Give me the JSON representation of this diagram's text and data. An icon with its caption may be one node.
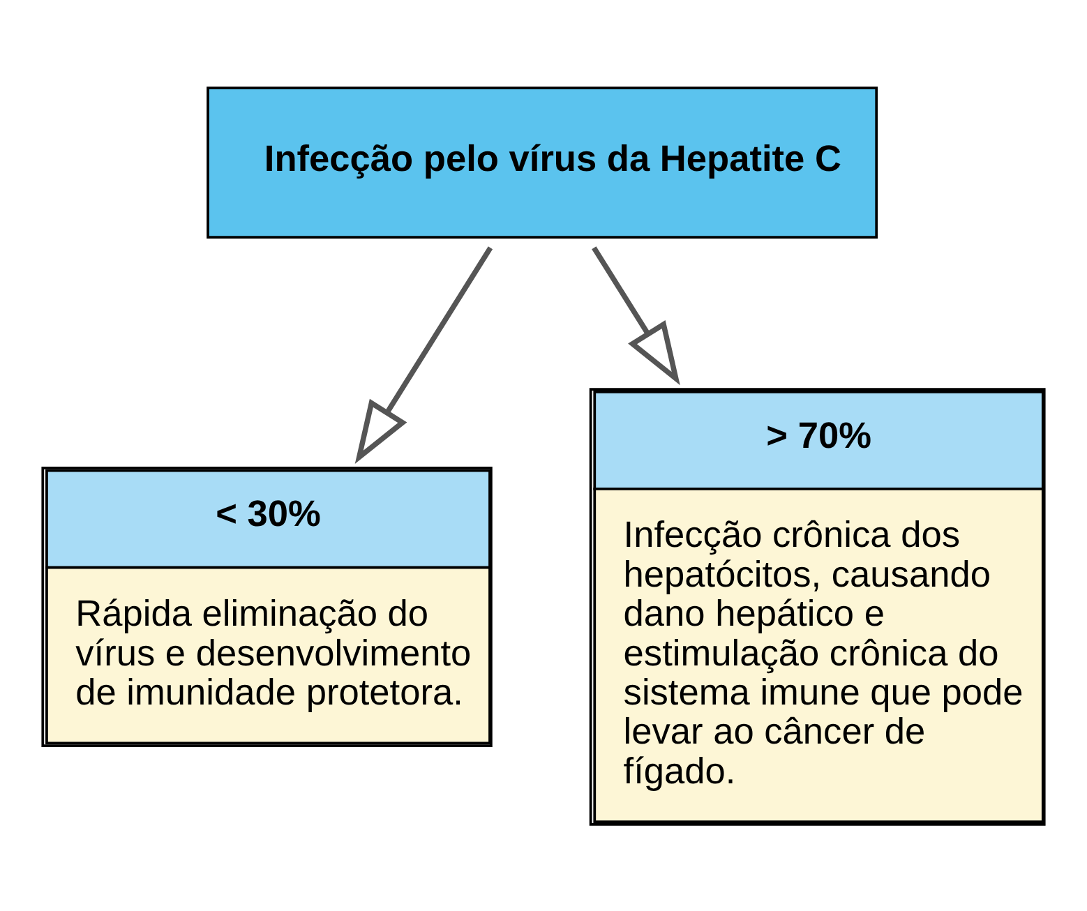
{
  "diagram": {
    "nodes": [
      {
        "text": [
          "Infecção pelo vírus da Hepatite C"
        ]
      },
      {
        "text": [
          "< 30%",
          "Rápida eliminação do vírus e desenvolvimento de imunidade protetora."
        ]
      },
      {
        "text": [
          "> 70%",
          "Infecção crônica dos hepatócitos, causando dano hepático e estimulação crônica do sistema imune que pode levar ao câncer de fígado."
        ]
      }
    ],
    "edges": [
      {
        "from": 0,
        "to": 1,
        "arrow": "to"
      },
      {
        "from": 0,
        "to": 2,
        "arrow": "to"
      }
    ]
  }
}
